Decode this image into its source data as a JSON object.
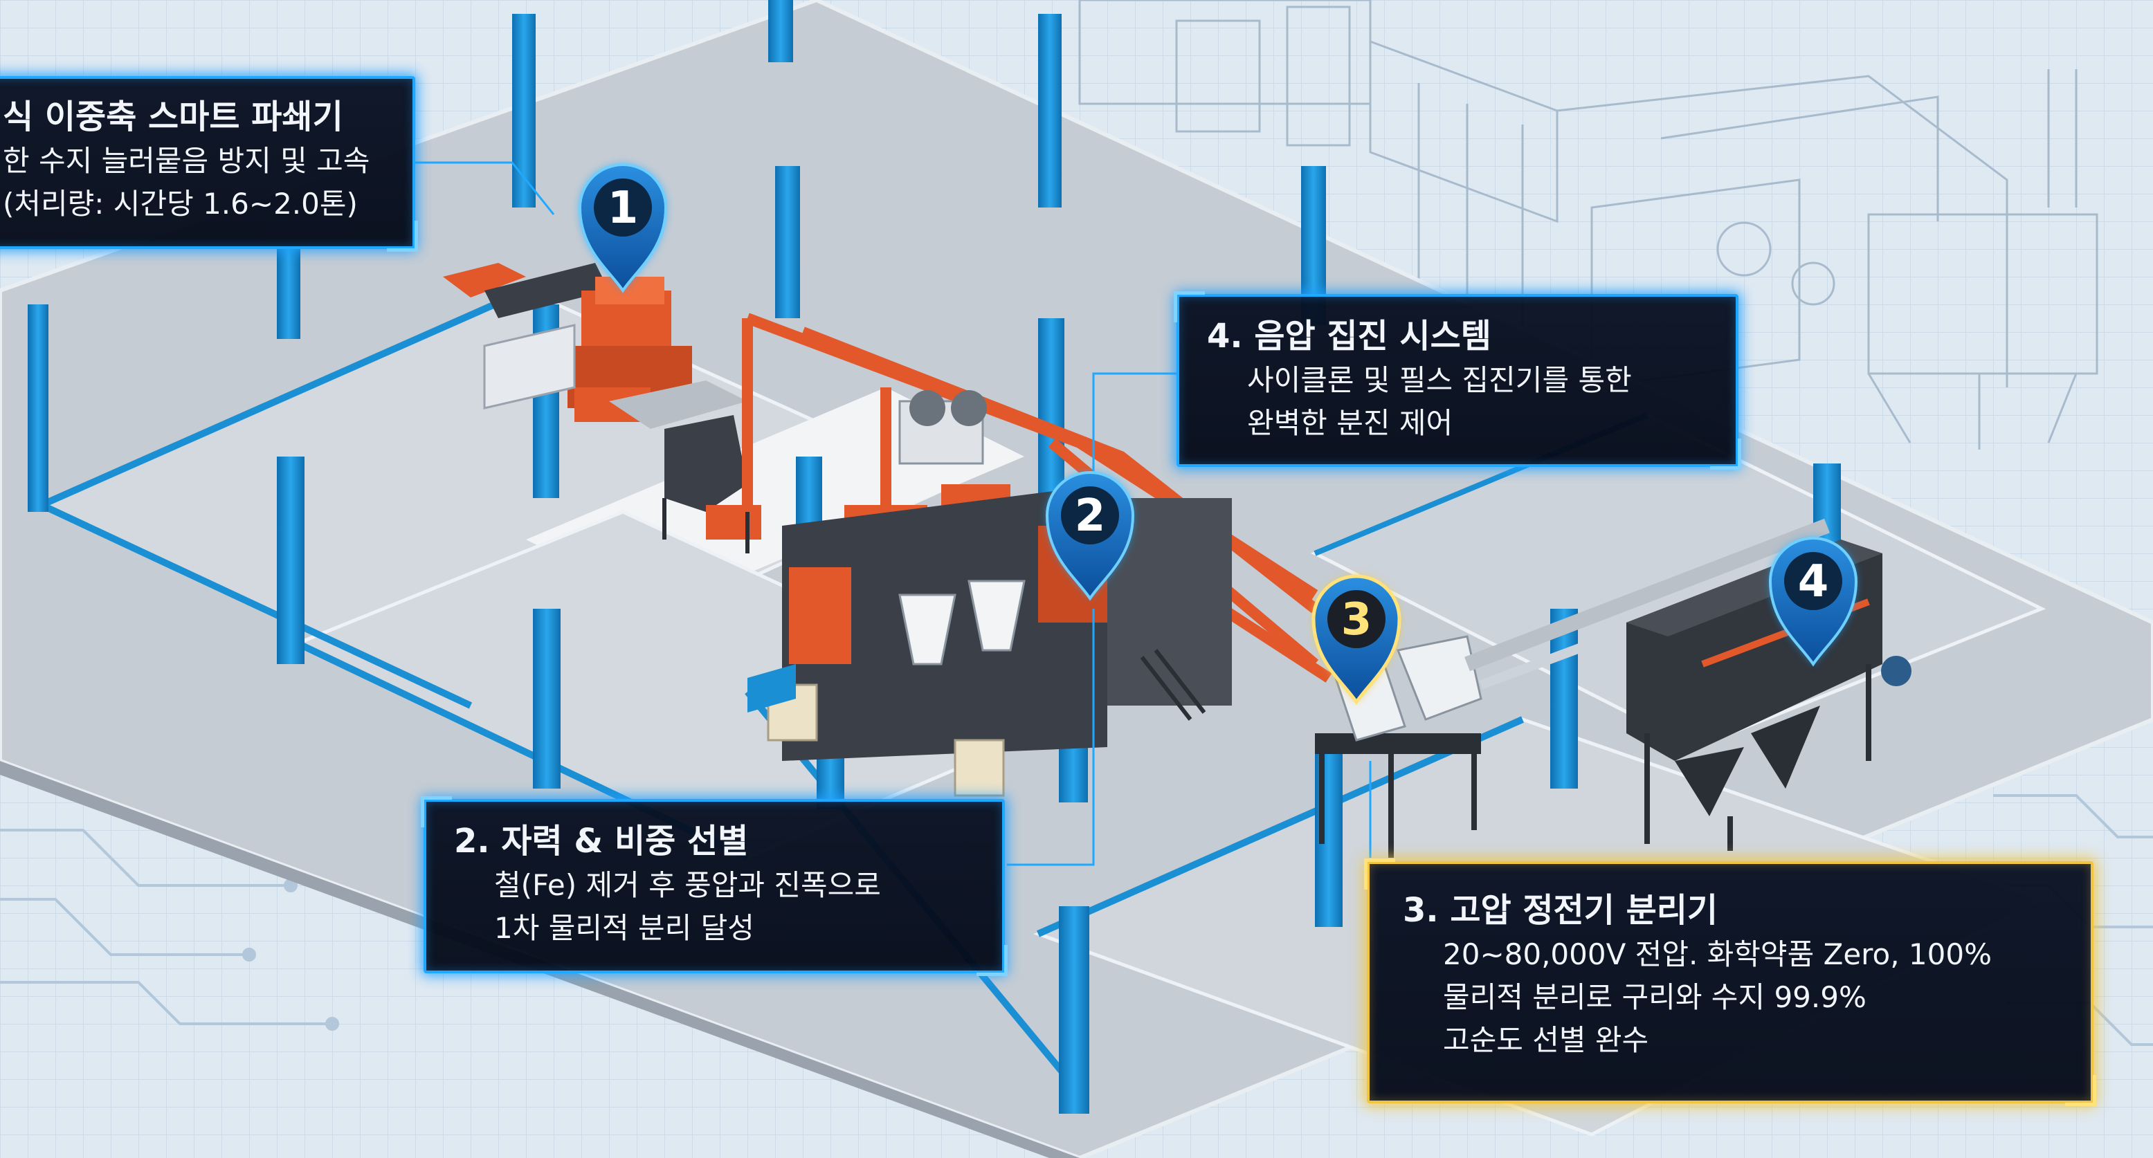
{
  "pins": [
    {
      "label": "1"
    },
    {
      "label": "2"
    },
    {
      "label": "3"
    },
    {
      "label": "4"
    }
  ],
  "panels": {
    "p1": {
      "title": "식 이중축 스마트 파쇄기",
      "lines": [
        "한 수지 늘러뭍음 방지 및 고속",
        "(처리량: 시간당 1.6~2.0톤)"
      ]
    },
    "p2": {
      "title": "2. 자력 & 비중 선별",
      "lines": [
        "철(Fe) 제거 후 풍압과 진폭으로",
        "1차 물리적 분리 달성"
      ]
    },
    "p3": {
      "title": "3. 고압 정전기 분리기",
      "lines": [
        "20~80,000V 전압. 화학약품 Zero, 100%",
        "물리적 분리로 구리와 수지 99.9%",
        "고순도 선별 완수"
      ]
    },
    "p4": {
      "title": "4. 음압 집진 시스템",
      "lines": [
        "사이클론 및 필스 집진기를 통한",
        "완벽한 분진 제어"
      ]
    }
  },
  "colors": {
    "accent_blue": "#1fa8ff",
    "accent_gold": "#f1c542",
    "machine_orange": "#e2582b",
    "pillar_blue": "#1b8fd4",
    "floor_gray": "#c3cad2",
    "panel_bg": "#07101f"
  }
}
